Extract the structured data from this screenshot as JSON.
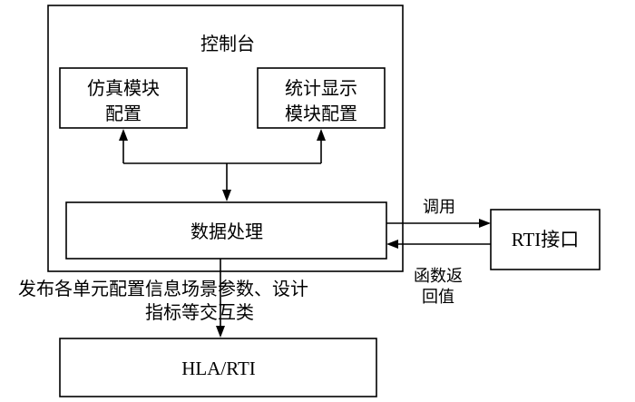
{
  "console": {
    "title": "控制台",
    "sim_config": {
      "line1": "仿真模块",
      "line2": "配置"
    },
    "stat_config": {
      "line1": "统计显示",
      "line2": "模块配置"
    },
    "data_processing": "数据处理"
  },
  "rti_interface": "RTI接口",
  "call_label": "调用",
  "return_label": {
    "line1": "函数返",
    "line2": "回值"
  },
  "publish_label": {
    "line1": "发布各单元配置信息场景参数、设计",
    "line2": "指标等交互类"
  },
  "hla_rti": "HLA/RTI"
}
